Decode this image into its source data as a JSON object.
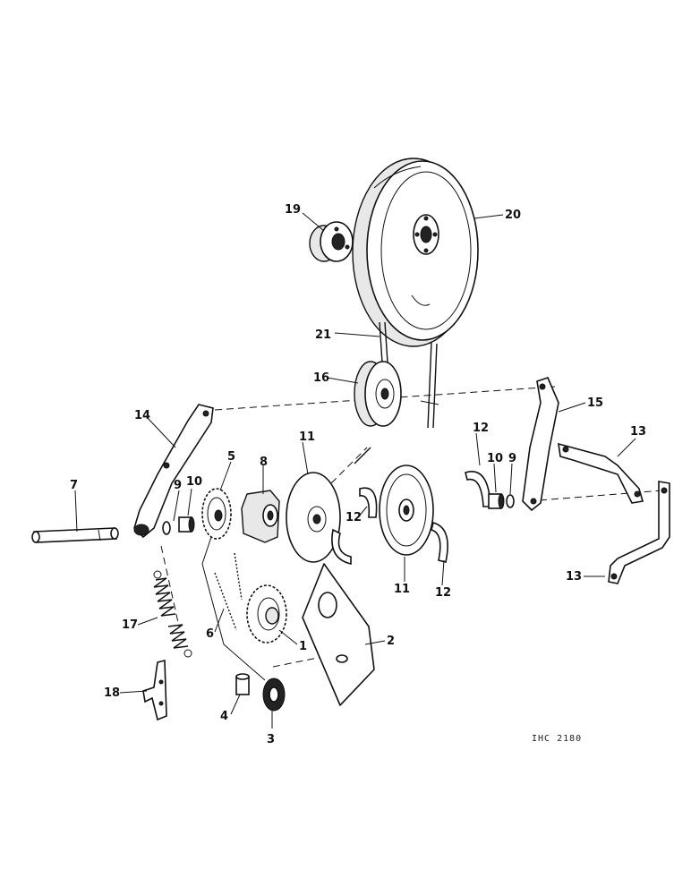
{
  "diagram": {
    "drawing_code": "IHC 2180",
    "parts": [
      {
        "id": "p1",
        "label": "1"
      },
      {
        "id": "p2",
        "label": "2"
      },
      {
        "id": "p3",
        "label": "3"
      },
      {
        "id": "p4",
        "label": "4"
      },
      {
        "id": "p5",
        "label": "5"
      },
      {
        "id": "p6",
        "label": "6"
      },
      {
        "id": "p7",
        "label": "7"
      },
      {
        "id": "p8",
        "label": "8"
      },
      {
        "id": "p9a",
        "label": "9"
      },
      {
        "id": "p9b",
        "label": "9"
      },
      {
        "id": "p10a",
        "label": "10"
      },
      {
        "id": "p10b",
        "label": "10"
      },
      {
        "id": "p11a",
        "label": "11"
      },
      {
        "id": "p11b",
        "label": "11"
      },
      {
        "id": "p12a",
        "label": "12"
      },
      {
        "id": "p12b",
        "label": "12"
      },
      {
        "id": "p12c",
        "label": "12"
      },
      {
        "id": "p13a",
        "label": "13"
      },
      {
        "id": "p13b",
        "label": "13"
      },
      {
        "id": "p14",
        "label": "14"
      },
      {
        "id": "p15",
        "label": "15"
      },
      {
        "id": "p16",
        "label": "16"
      },
      {
        "id": "p17",
        "label": "17"
      },
      {
        "id": "p18",
        "label": "18"
      },
      {
        "id": "p19",
        "label": "19"
      },
      {
        "id": "p20",
        "label": "20"
      },
      {
        "id": "p21",
        "label": "21"
      }
    ]
  }
}
